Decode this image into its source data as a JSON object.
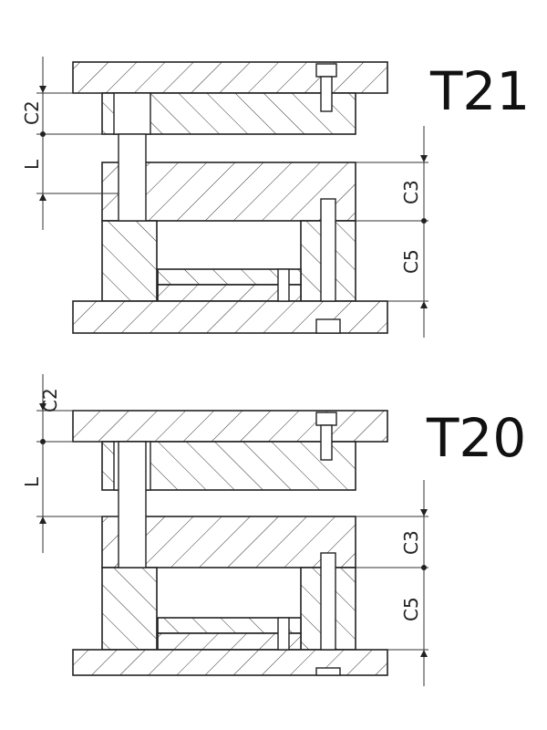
{
  "diagrams": [
    {
      "title": "T21",
      "dims": {
        "c2": "C2",
        "l": "L",
        "c3": "C3",
        "c5": "C5"
      }
    },
    {
      "title": "T20",
      "dims": {
        "c2": "C2",
        "l": "L",
        "c3": "C3",
        "c5": "C5"
      }
    }
  ]
}
